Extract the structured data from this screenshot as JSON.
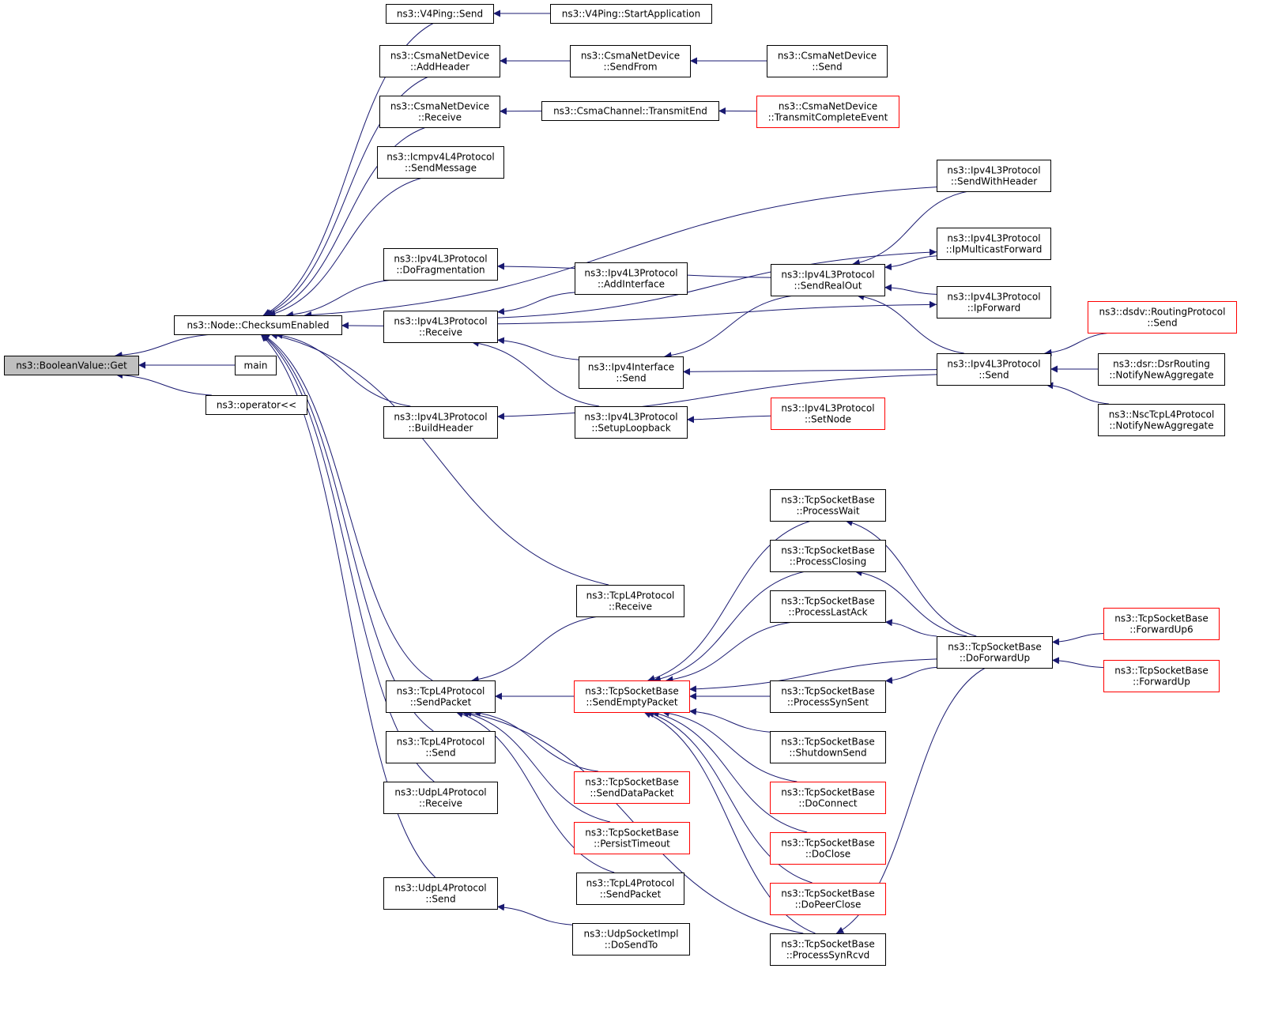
{
  "colors": {
    "edge": "#191970",
    "node_border": "#000000",
    "truncated_border": "#ff0000",
    "root_fill": "#bfbfbf"
  },
  "nodes": [
    {
      "id": "booleanvalue-get",
      "lines": [
        "ns3::BooleanValue::Get"
      ],
      "style": "root"
    },
    {
      "id": "node-checksumenabled",
      "lines": [
        "ns3::Node::ChecksumEnabled"
      ],
      "style": "normal"
    },
    {
      "id": "main",
      "lines": [
        "main"
      ],
      "style": "normal"
    },
    {
      "id": "operator-shift",
      "lines": [
        "ns3::operator<<"
      ],
      "style": "normal"
    },
    {
      "id": "v4ping-send",
      "lines": [
        "ns3::V4Ping::Send"
      ],
      "style": "normal"
    },
    {
      "id": "v4ping-startapplication",
      "lines": [
        "ns3::V4Ping::StartApplication"
      ],
      "style": "normal"
    },
    {
      "id": "csma-addheader",
      "lines": [
        "ns3::CsmaNetDevice",
        "::AddHeader"
      ],
      "style": "normal"
    },
    {
      "id": "csma-sendfrom",
      "lines": [
        "ns3::CsmaNetDevice",
        "::SendFrom"
      ],
      "style": "normal"
    },
    {
      "id": "csma-send",
      "lines": [
        "ns3::CsmaNetDevice",
        "::Send"
      ],
      "style": "normal"
    },
    {
      "id": "csma-receive",
      "lines": [
        "ns3::CsmaNetDevice",
        "::Receive"
      ],
      "style": "normal"
    },
    {
      "id": "csmachannel-transmitend",
      "lines": [
        "ns3::CsmaChannel::TransmitEnd"
      ],
      "style": "normal"
    },
    {
      "id": "csma-transmitcompleteevent",
      "lines": [
        "ns3::CsmaNetDevice",
        "::TransmitCompleteEvent"
      ],
      "style": "truncated"
    },
    {
      "id": "icmpv4-sendmessage",
      "lines": [
        "ns3::Icmpv4L4Protocol",
        "::SendMessage"
      ],
      "style": "normal"
    },
    {
      "id": "ipv4l3-sendwithheader",
      "lines": [
        "ns3::Ipv4L3Protocol",
        "::SendWithHeader"
      ],
      "style": "normal"
    },
    {
      "id": "ipv4l3-ipmulticastforward",
      "lines": [
        "ns3::Ipv4L3Protocol",
        "::IpMulticastForward"
      ],
      "style": "normal"
    },
    {
      "id": "ipv4l3-dofragmentation",
      "lines": [
        "ns3::Ipv4L3Protocol",
        "::DoFragmentation"
      ],
      "style": "normal"
    },
    {
      "id": "ipv4l3-addinterface",
      "lines": [
        "ns3::Ipv4L3Protocol",
        "::AddInterface"
      ],
      "style": "normal"
    },
    {
      "id": "ipv4l3-sendrealout",
      "lines": [
        "ns3::Ipv4L3Protocol",
        "::SendRealOut"
      ],
      "style": "normal"
    },
    {
      "id": "ipv4l3-ipforward",
      "lines": [
        "ns3::Ipv4L3Protocol",
        "::IpForward"
      ],
      "style": "normal"
    },
    {
      "id": "ipv4l3-receive",
      "lines": [
        "ns3::Ipv4L3Protocol",
        "::Receive"
      ],
      "style": "normal"
    },
    {
      "id": "dsdv-send",
      "lines": [
        "ns3::dsdv::RoutingProtocol",
        "::Send"
      ],
      "style": "truncated"
    },
    {
      "id": "ipv4interface-send",
      "lines": [
        "ns3::Ipv4Interface",
        "::Send"
      ],
      "style": "normal"
    },
    {
      "id": "ipv4l3-send",
      "lines": [
        "ns3::Ipv4L3Protocol",
        "::Send"
      ],
      "style": "normal"
    },
    {
      "id": "dsr-notifynewaggregate",
      "lines": [
        "ns3::dsr::DsrRouting",
        "::NotifyNewAggregate"
      ],
      "style": "normal"
    },
    {
      "id": "ipv4l3-buildheader",
      "lines": [
        "ns3::Ipv4L3Protocol",
        "::BuildHeader"
      ],
      "style": "normal"
    },
    {
      "id": "ipv4l3-setuploopback",
      "lines": [
        "ns3::Ipv4L3Protocol",
        "::SetupLoopback"
      ],
      "style": "normal"
    },
    {
      "id": "ipv4l3-setnode",
      "lines": [
        "ns3::Ipv4L3Protocol",
        "::SetNode"
      ],
      "style": "truncated"
    },
    {
      "id": "nsctcp-notifynewaggregate",
      "lines": [
        "ns3::NscTcpL4Protocol",
        "::NotifyNewAggregate"
      ],
      "style": "normal"
    },
    {
      "id": "tcpsb-processwait",
      "lines": [
        "ns3::TcpSocketBase",
        "::ProcessWait"
      ],
      "style": "normal"
    },
    {
      "id": "tcpsb-processclosing",
      "lines": [
        "ns3::TcpSocketBase",
        "::ProcessClosing"
      ],
      "style": "normal"
    },
    {
      "id": "tcpl4-receive",
      "lines": [
        "ns3::TcpL4Protocol",
        "::Receive"
      ],
      "style": "normal"
    },
    {
      "id": "tcpsb-processlastack",
      "lines": [
        "ns3::TcpSocketBase",
        "::ProcessLastAck"
      ],
      "style": "normal"
    },
    {
      "id": "tcpsb-forwardup6",
      "lines": [
        "ns3::TcpSocketBase",
        "::ForwardUp6"
      ],
      "style": "truncated"
    },
    {
      "id": "tcpsb-doforwardup",
      "lines": [
        "ns3::TcpSocketBase",
        "::DoForwardUp"
      ],
      "style": "normal"
    },
    {
      "id": "tcpsb-forwardup",
      "lines": [
        "ns3::TcpSocketBase",
        "::ForwardUp"
      ],
      "style": "truncated"
    },
    {
      "id": "tcpl4-sendpacket",
      "lines": [
        "ns3::TcpL4Protocol",
        "::SendPacket"
      ],
      "style": "normal"
    },
    {
      "id": "tcpsb-sendemptypacket",
      "lines": [
        "ns3::TcpSocketBase",
        "::SendEmptyPacket"
      ],
      "style": "truncated"
    },
    {
      "id": "tcpsb-processsynsent",
      "lines": [
        "ns3::TcpSocketBase",
        "::ProcessSynSent"
      ],
      "style": "normal"
    },
    {
      "id": "tcpl4-send",
      "lines": [
        "ns3::TcpL4Protocol",
        "::Send"
      ],
      "style": "normal"
    },
    {
      "id": "tcpsb-shutdownsend",
      "lines": [
        "ns3::TcpSocketBase",
        "::ShutdownSend"
      ],
      "style": "normal"
    },
    {
      "id": "udpl4-receive",
      "lines": [
        "ns3::UdpL4Protocol",
        "::Receive"
      ],
      "style": "normal"
    },
    {
      "id": "tcpsb-senddatapacket",
      "lines": [
        "ns3::TcpSocketBase",
        "::SendDataPacket"
      ],
      "style": "truncated"
    },
    {
      "id": "tcpsb-doconnect",
      "lines": [
        "ns3::TcpSocketBase",
        "::DoConnect"
      ],
      "style": "truncated"
    },
    {
      "id": "tcpsb-persisttimeout",
      "lines": [
        "ns3::TcpSocketBase",
        "::PersistTimeout"
      ],
      "style": "truncated"
    },
    {
      "id": "tcpsb-doclose",
      "lines": [
        "ns3::TcpSocketBase",
        "::DoClose"
      ],
      "style": "truncated"
    },
    {
      "id": "tcpl4-sendpacket-2",
      "lines": [
        "ns3::TcpL4Protocol",
        "::SendPacket"
      ],
      "style": "normal"
    },
    {
      "id": "udpl4-send",
      "lines": [
        "ns3::UdpL4Protocol",
        "::Send"
      ],
      "style": "normal"
    },
    {
      "id": "tcpsb-dopeerclose",
      "lines": [
        "ns3::TcpSocketBase",
        "::DoPeerClose"
      ],
      "style": "truncated"
    },
    {
      "id": "udpsocketimpl-dosendto",
      "lines": [
        "ns3::UdpSocketImpl",
        "::DoSendTo"
      ],
      "style": "normal"
    },
    {
      "id": "tcpsb-processsynrcvd",
      "lines": [
        "ns3::TcpSocketBase",
        "::ProcessSynRcvd"
      ],
      "style": "normal"
    }
  ],
  "edges": [
    [
      "node-checksumenabled",
      "booleanvalue-get"
    ],
    [
      "main",
      "booleanvalue-get"
    ],
    [
      "operator-shift",
      "booleanvalue-get"
    ],
    [
      "v4ping-send",
      "node-checksumenabled"
    ],
    [
      "csma-addheader",
      "node-checksumenabled"
    ],
    [
      "csma-receive",
      "node-checksumenabled"
    ],
    [
      "icmpv4-sendmessage",
      "node-checksumenabled"
    ],
    [
      "ipv4l3-sendwithheader",
      "node-checksumenabled"
    ],
    [
      "ipv4l3-dofragmentation",
      "node-checksumenabled"
    ],
    [
      "ipv4l3-receive",
      "node-checksumenabled"
    ],
    [
      "ipv4l3-buildheader",
      "node-checksumenabled"
    ],
    [
      "tcpl4-receive",
      "node-checksumenabled"
    ],
    [
      "tcpl4-sendpacket",
      "node-checksumenabled"
    ],
    [
      "tcpl4-send",
      "node-checksumenabled"
    ],
    [
      "udpl4-receive",
      "node-checksumenabled"
    ],
    [
      "udpl4-send",
      "node-checksumenabled"
    ],
    [
      "v4ping-startapplication",
      "v4ping-send"
    ],
    [
      "csma-sendfrom",
      "csma-addheader"
    ],
    [
      "csma-send",
      "csma-sendfrom"
    ],
    [
      "csmachannel-transmitend",
      "csma-receive"
    ],
    [
      "csma-transmitcompleteevent",
      "csmachannel-transmitend"
    ],
    [
      "ipv4l3-sendrealout",
      "ipv4l3-dofragmentation"
    ],
    [
      "ipv4l3-sendwithheader",
      "ipv4l3-sendrealout"
    ],
    [
      "ipv4l3-ipmulticastforward",
      "ipv4l3-sendrealout"
    ],
    [
      "ipv4l3-ipforward",
      "ipv4l3-sendrealout"
    ],
    [
      "ipv4l3-send",
      "ipv4l3-sendrealout"
    ],
    [
      "ipv4l3-addinterface",
      "ipv4l3-receive"
    ],
    [
      "ipv4interface-send",
      "ipv4l3-receive"
    ],
    [
      "ipv4l3-setuploopback",
      "ipv4l3-receive"
    ],
    [
      "ipv4l3-receive",
      "ipv4l3-ipmulticastforward"
    ],
    [
      "ipv4l3-receive",
      "ipv4l3-ipforward"
    ],
    [
      "ipv4l3-sendrealout",
      "ipv4interface-send"
    ],
    [
      "ipv4l3-send",
      "ipv4interface-send"
    ],
    [
      "ipv4l3-setnode",
      "ipv4l3-setuploopback"
    ],
    [
      "dsdv-send",
      "ipv4l3-send"
    ],
    [
      "dsr-notifynewaggregate",
      "ipv4l3-send"
    ],
    [
      "nsctcp-notifynewaggregate",
      "ipv4l3-send"
    ],
    [
      "ipv4l3-send",
      "ipv4l3-buildheader"
    ],
    [
      "tcpl4-receive",
      "tcpl4-sendpacket"
    ],
    [
      "tcpsb-sendemptypacket",
      "tcpl4-sendpacket"
    ],
    [
      "tcpsb-senddatapacket",
      "tcpl4-sendpacket"
    ],
    [
      "tcpsb-persisttimeout",
      "tcpl4-sendpacket"
    ],
    [
      "tcpl4-sendpacket-2",
      "tcpl4-sendpacket"
    ],
    [
      "tcpsb-processsynrcvd",
      "tcpl4-sendpacket"
    ],
    [
      "tcpsb-processwait",
      "tcpsb-sendemptypacket"
    ],
    [
      "tcpsb-processclosing",
      "tcpsb-sendemptypacket"
    ],
    [
      "tcpsb-processlastack",
      "tcpsb-sendemptypacket"
    ],
    [
      "tcpsb-doforwardup",
      "tcpsb-sendemptypacket"
    ],
    [
      "tcpsb-processsynsent",
      "tcpsb-sendemptypacket"
    ],
    [
      "tcpsb-shutdownsend",
      "tcpsb-sendemptypacket"
    ],
    [
      "tcpsb-doconnect",
      "tcpsb-sendemptypacket"
    ],
    [
      "tcpsb-doclose",
      "tcpsb-sendemptypacket"
    ],
    [
      "tcpsb-dopeerclose",
      "tcpsb-sendemptypacket"
    ],
    [
      "tcpsb-processsynrcvd",
      "tcpsb-sendemptypacket"
    ],
    [
      "tcpsb-doforwardup",
      "tcpsb-processwait"
    ],
    [
      "tcpsb-doforwardup",
      "tcpsb-processclosing"
    ],
    [
      "tcpsb-doforwardup",
      "tcpsb-processlastack"
    ],
    [
      "tcpsb-doforwardup",
      "tcpsb-processsynsent"
    ],
    [
      "tcpsb-doforwardup",
      "tcpsb-processsynrcvd"
    ],
    [
      "tcpsb-forwardup6",
      "tcpsb-doforwardup"
    ],
    [
      "tcpsb-forwardup",
      "tcpsb-doforwardup"
    ],
    [
      "udpsocketimpl-dosendto",
      "udpl4-send"
    ]
  ]
}
